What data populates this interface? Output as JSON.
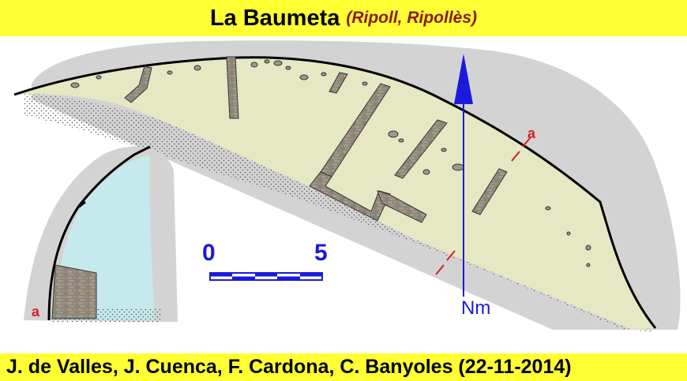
{
  "title": {
    "main": "La Baumeta",
    "sub": "(Ripoll, Ripollès)"
  },
  "credits": "J. de Valles, J. Cuenca, F. Cardona, C. Banyoles (22-11-2014)",
  "section_label_plan": "a",
  "section_label_profile": "a",
  "scale": {
    "start": "0",
    "end": "5"
  },
  "north_label": "Nm",
  "colors": {
    "banner": "#ffff33",
    "rock": "#d3d3d3",
    "floor": "#e6e8c4",
    "wall": "#8c8476",
    "water": "#c5e9ec",
    "scale_blue": "#1a1adc",
    "section_red": "#d62020",
    "subtitle": "#8b1a1a"
  }
}
